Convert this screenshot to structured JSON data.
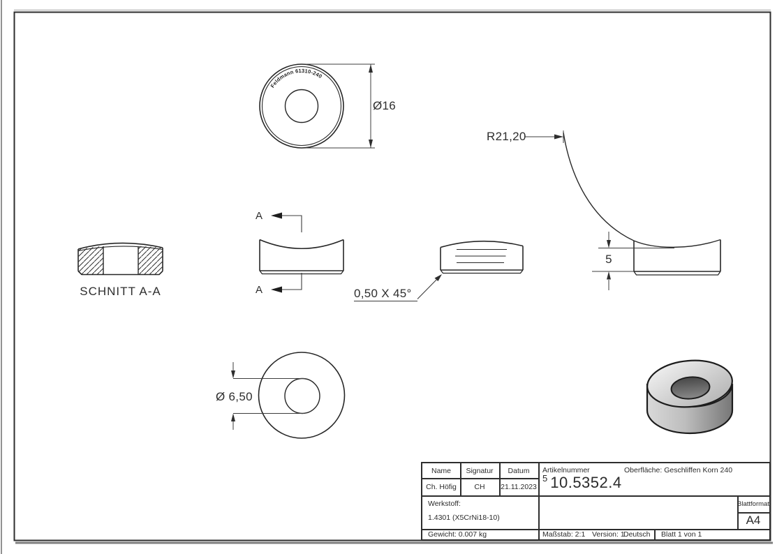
{
  "drawing": {
    "stamp": "Feldmann 61310-240",
    "dimensions": {
      "outer_diameter": "Ø16",
      "radius": "R21,20",
      "height": "5",
      "chamfer": "0,50 X 45°",
      "hole_diameter": "Ø 6,50"
    },
    "labels": {
      "section": "SCHNITT A-A",
      "section_marker": "A"
    }
  },
  "title_block": {
    "name_header": "Name",
    "signatur_header": "Signatur",
    "datum_header": "Datum",
    "name": "Ch. Höfig",
    "signatur": "CH",
    "datum": "21.11.2023",
    "artikelnummer_label": "Artikelnummer",
    "artikelnummer_sup": "5",
    "artikelnummer": "10.5352.4",
    "oberflaeche": "Oberfläche:  Geschliffen Korn 240",
    "werkstoff_label": "Werkstoff:",
    "werkstoff": "1.4301 (X5CrNi18-10)",
    "gewicht": "Gewicht: 0.007 kg",
    "massstab": "Maßstab: 2:1",
    "version": "Version: 1",
    "sprache": "Deutsch",
    "blatt": "Blatt 1 von 1",
    "blattformat_label": "Blattformat",
    "blattformat": "A4"
  },
  "colors": {
    "line_dark": "#262626",
    "line_thin": "#3c3c3c",
    "frame": "#2e2e2e",
    "shadow_top": "#c8c8c8",
    "shadow_bottom": "#7f7f7f",
    "window_edge": "#6e6e6e",
    "solid_top_light": "#f7f7f7",
    "solid_side_dark": "#777777",
    "solid_hole": "#474747"
  }
}
